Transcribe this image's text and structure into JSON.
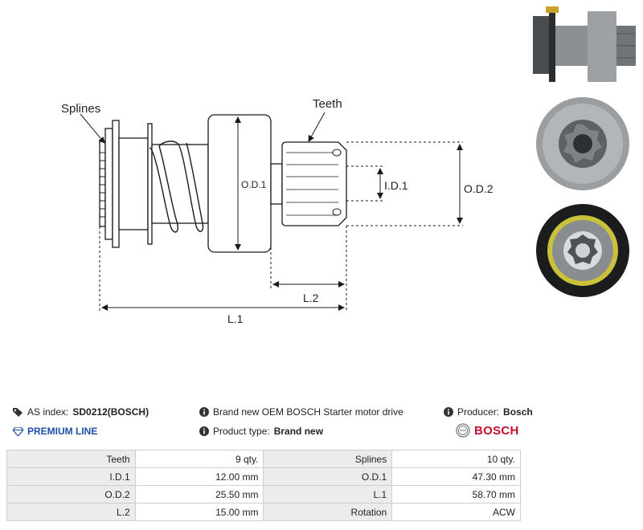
{
  "diagram": {
    "labels": {
      "splines": "Splines",
      "teeth": "Teeth",
      "od1": "O.D.1",
      "id1": "I.D.1",
      "od2": "O.D.2",
      "l2": "L.2",
      "l1": "L.1"
    }
  },
  "info": {
    "as_index_label": "AS index:",
    "as_index_value": "SD0212(BOSCH)",
    "description": "Brand new OEM BOSCH Starter motor drive",
    "producer_label": "Producer:",
    "producer_value": "Bosch",
    "premium_line": "PREMIUM LINE",
    "product_type_label": "Product type:",
    "product_type_value": "Brand new",
    "brand_logo": "BOSCH"
  },
  "specs": [
    {
      "label1": "Teeth",
      "value1": "9 qty.",
      "label2": "Splines",
      "value2": "10 qty."
    },
    {
      "label1": "I.D.1",
      "value1": "12.00 mm",
      "label2": "O.D.1",
      "value2": "47.30 mm"
    },
    {
      "label1": "O.D.2",
      "value1": "25.50 mm",
      "label2": "L.1",
      "value2": "58.70 mm"
    },
    {
      "label1": "L.2",
      "value1": "15.00 mm",
      "label2": "Rotation",
      "value2": "ACW"
    }
  ],
  "colors": {
    "brand_red": "#c8102e",
    "premium_blue": "#1f4fa8",
    "header_gray": "#ececec"
  }
}
